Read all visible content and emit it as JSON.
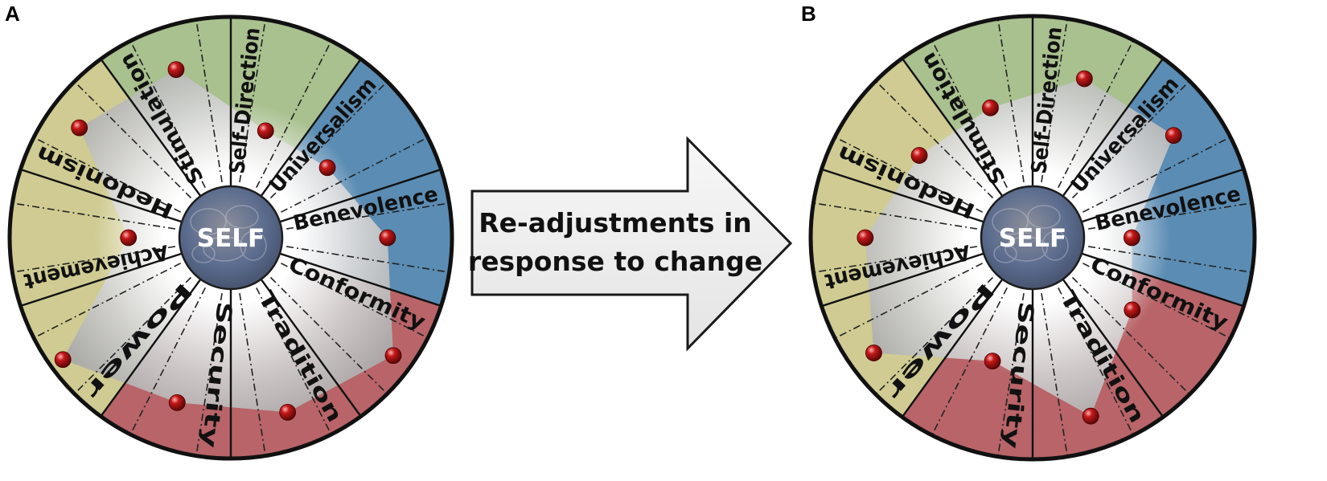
{
  "panels": [
    {
      "label": "A",
      "self_label": "SELF",
      "values": [
        {
          "label": "Self-Direction",
          "level": 0.36,
          "region": "green"
        },
        {
          "label": "Universalism",
          "level": 0.4,
          "region": "blue"
        },
        {
          "label": "Benevolence",
          "level": 0.62,
          "region": "blue"
        },
        {
          "label": "Conformity",
          "level": 0.88,
          "region": "red"
        },
        {
          "label": "Tradition",
          "level": 0.78,
          "region": "red"
        },
        {
          "label": "Security",
          "level": 0.72,
          "region": "red"
        },
        {
          "label": "Power",
          "level": 0.92,
          "region": "yellow"
        },
        {
          "label": "Achievement",
          "level": 0.3,
          "region": "yellow"
        },
        {
          "label": "Hedonism",
          "level": 0.8,
          "region": "yellow"
        },
        {
          "label": "Stimulation",
          "level": 0.74,
          "region": "green"
        }
      ]
    },
    {
      "label": "B",
      "self_label": "SELF",
      "values": [
        {
          "label": "Self-Direction",
          "level": 0.68,
          "region": "green"
        },
        {
          "label": "Universalism",
          "level": 0.72,
          "region": "blue"
        },
        {
          "label": "Benevolence",
          "level": 0.28,
          "region": "blue"
        },
        {
          "label": "Conformity",
          "level": 0.42,
          "region": "red"
        },
        {
          "label": "Tradition",
          "level": 0.8,
          "region": "red"
        },
        {
          "label": "Security",
          "level": 0.46,
          "region": "red"
        },
        {
          "label": "Power",
          "level": 0.85,
          "region": "yellow"
        },
        {
          "label": "Achievement",
          "level": 0.68,
          "region": "yellow"
        },
        {
          "label": "Hedonism",
          "level": 0.52,
          "region": "yellow"
        },
        {
          "label": "Stimulation",
          "level": 0.5,
          "region": "green"
        }
      ]
    }
  ],
  "arrow": {
    "line1": "Re-adjustments in",
    "line2": "response to change"
  },
  "colors": {
    "green": "#a9c08f",
    "blue": "#5b8cb3",
    "red": "#b86468",
    "yellow": "#cfcb92",
    "outline": "#111111",
    "marker": "#c21818",
    "self_fill": "#5b6c8e"
  }
}
